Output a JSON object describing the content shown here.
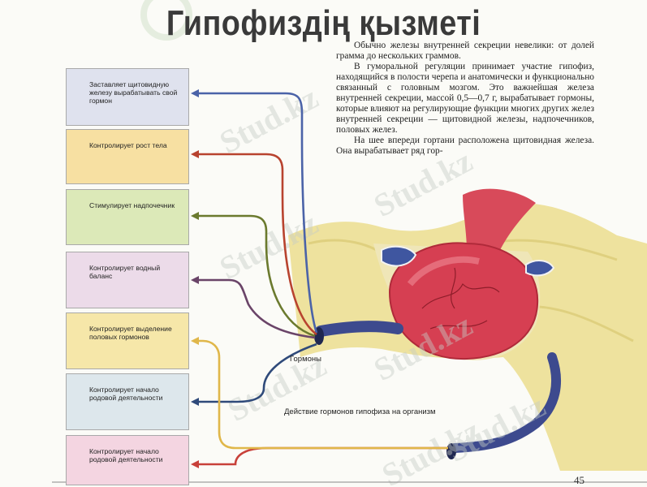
{
  "title": "Гипофиздің қызметі",
  "boxes": [
    {
      "text": "Заставляет щитовидную железу вырабатывать свой гормон",
      "fill": "#dfe2ee",
      "line": "#4b63a8"
    },
    {
      "text": "Контролирует рост тела",
      "fill": "#f7e0a2",
      "line": "#b8432f"
    },
    {
      "text": "Стимулирует надпочечник",
      "fill": "#dce9b8",
      "line": "#6b7a2e"
    },
    {
      "text": "Контролирует водный баланс",
      "fill": "#ecdbe9",
      "line": "#6a4468"
    },
    {
      "text": "Контролирует выделение половых гормонов",
      "fill": "#f6e7a9",
      "line": "#e0b74a"
    },
    {
      "text": "Контролирует начало родовой деятельности",
      "fill": "#dde7ec",
      "line": "#2f4a7a"
    },
    {
      "text": "Контролирует начало родовой деятельности",
      "fill": "#f4d5e1",
      "line": "#c8413a"
    }
  ],
  "text": {
    "p1": "Обычно железы внутренней секреции невелики: от долей грамма до нескольких граммов.",
    "p2": "В гуморальной регуляции принимает участие гипофиз, находящийся в полости черепа и анатомически и функционально связанный с головным мозгом. Это важнейшая железа внутренней секреции, массой 0,5—0,7 г, вырабатывает гормоны, которые влияют на регулирующие функции многих других желез внутренней секреции — щитовидной железы, надпочечников, половых желез.",
    "p3": "На шее впереди гортани расположена щитовидная железа. Она вырабатывает ряд гор-"
  },
  "labels": {
    "hormones": "Гормоны",
    "caption": "Действие гормонов гипофиза на организм"
  },
  "watermark": "Stud.kz",
  "page_number": "45"
}
